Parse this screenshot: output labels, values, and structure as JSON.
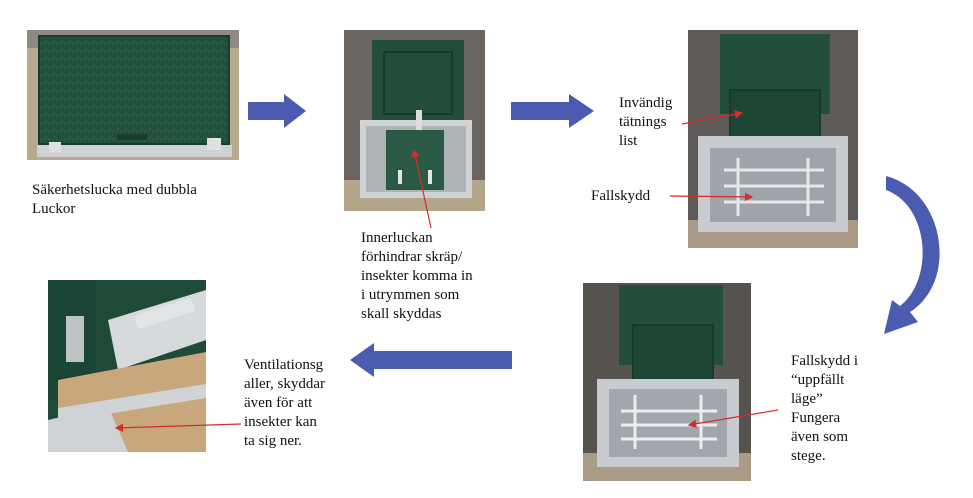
{
  "labels": {
    "step1": [
      "Säkerhetslucka med dubbla",
      "Luckor"
    ],
    "step2": [
      "Innerluckan",
      "förhindrar skräp/",
      "insekter komma in",
      "i utrymmen som",
      "skall skyddas"
    ],
    "step3_seal": [
      "Invändig",
      "tätnings",
      "list"
    ],
    "step3_fall": [
      "Fallskydd"
    ],
    "step4": [
      "Fallskydd i",
      "“uppfällt",
      "läge”",
      "Fungera",
      "även som",
      "stege."
    ],
    "step5": [
      "Ventilationsg",
      "aller, skyddar",
      "även för att",
      "insekter kan",
      "ta sig ner."
    ]
  },
  "colors": {
    "flow_arrow": "#4a5bb0",
    "pointer": "#d62b2b",
    "lid_green": "#1f4d3a",
    "steel": "#c9ccd0"
  }
}
